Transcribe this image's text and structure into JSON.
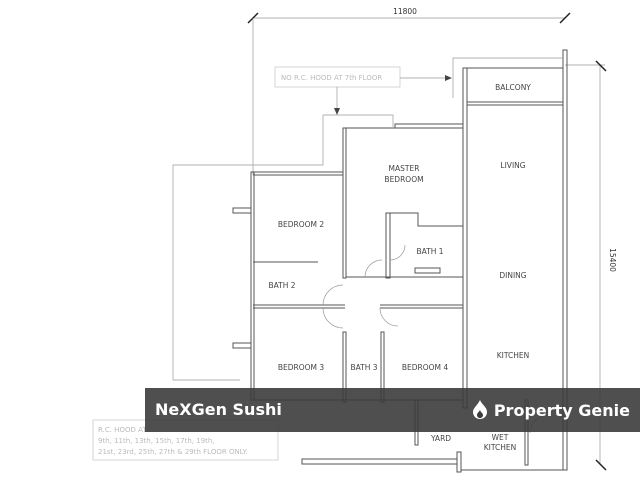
{
  "dimensions": {
    "width_label": "11800",
    "depth_label": "15400"
  },
  "notes": {
    "top": "NO R.C. HOOD AT 7th FLOOR",
    "bottom_line1": "R.C. HOOD AT",
    "bottom_line2": "9th, 11th, 13th, 15th, 17th, 19th,",
    "bottom_line3": "21st, 23rd, 25th, 27th & 29th FLOOR ONLY."
  },
  "rooms": {
    "balcony": "BALCONY",
    "living": "LIVING",
    "dining": "DINING",
    "kitchen": "KITCHEN",
    "master_1": "MASTER",
    "master_2": "BEDROOM",
    "bedroom2": "BEDROOM 2",
    "bath1": "BATH 1",
    "bath2": "BATH 2",
    "bedroom3": "BEDROOM 3",
    "bath3": "BATH 3",
    "bedroom4": "BEDROOM 4",
    "yard": "YARD",
    "wet_kitchen_1": "WET",
    "wet_kitchen_2": "KITCHEN"
  },
  "banner": {
    "left": "NeXGen Sushi",
    "right": "Property Genie",
    "icon": "flame-icon"
  }
}
